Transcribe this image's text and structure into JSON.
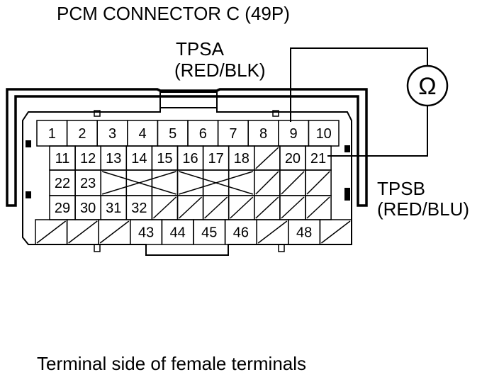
{
  "title": "PCM CONNECTOR C (49P)",
  "labels": {
    "tpsa_name": "TPSA",
    "tpsa_wire": "(RED/BLK)",
    "tpsb_name": "TPSB",
    "tpsb_wire": "(RED/BLU)",
    "meter_symbol": "Ω",
    "footer": "Terminal side of female terminals"
  },
  "connector": {
    "rows": [
      [
        "1",
        "2",
        "3",
        "4",
        "5",
        "6",
        "7",
        "8",
        "9",
        "10"
      ],
      [
        "11",
        "12",
        "13",
        "14",
        "15",
        "16",
        "17",
        "18",
        "",
        "20",
        "21"
      ],
      [
        "22",
        "23",
        "",
        "",
        "",
        "",
        "",
        "",
        "",
        "",
        ""
      ],
      [
        "29",
        "30",
        "31",
        "32",
        "",
        "",
        "",
        "",
        "",
        "",
        ""
      ],
      [
        "",
        "",
        "",
        "43",
        "44",
        "45",
        "46",
        "",
        "48",
        ""
      ]
    ]
  },
  "colors": {
    "line": "#000000",
    "background": "#ffffff"
  }
}
